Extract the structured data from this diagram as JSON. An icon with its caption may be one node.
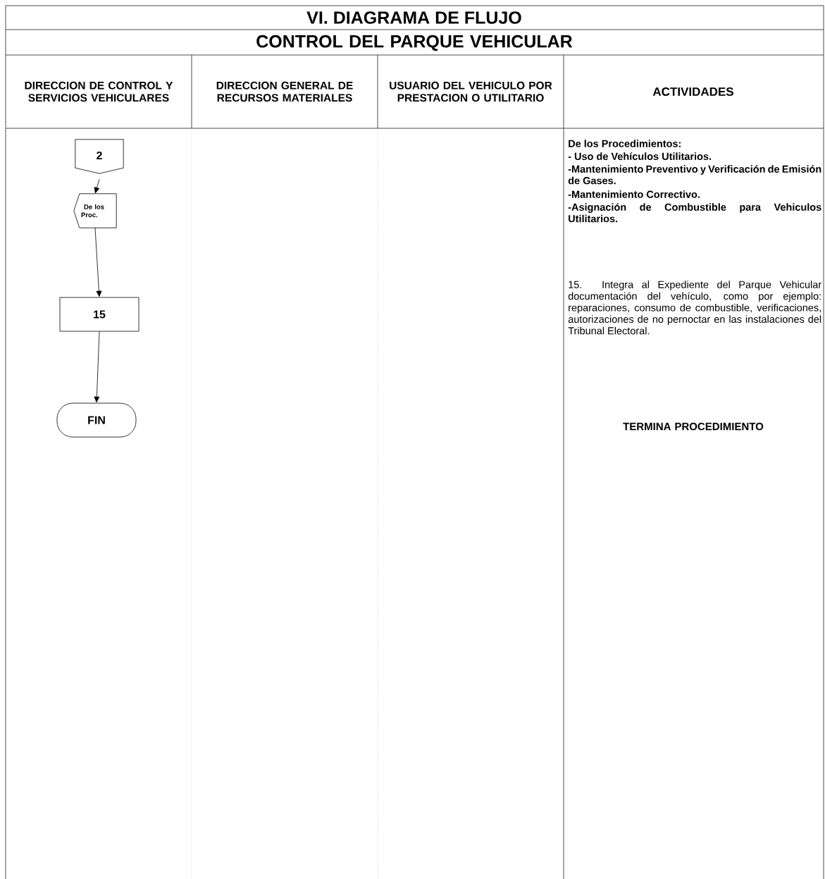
{
  "diagram": {
    "title": "VI. DIAGRAMA DE FLUJO",
    "nodes": [
      {
        "text": [
          "2"
        ]
      },
      {
        "text": [
          "De los Proc."
        ]
      },
      {
        "text": [
          "15"
        ]
      },
      {
        "text": [
          "FIN"
        ]
      }
    ],
    "edges": [
      {
        "from": 0,
        "to": 1,
        "arrow": "to"
      },
      {
        "from": 1,
        "to": 2,
        "arrow": "to"
      },
      {
        "from": 2,
        "to": 3,
        "arrow": "to"
      }
    ],
    "labels": [
      "CONTROL DEL PARQUE VEHICULAR",
      "DIRECCION DE CONTROL Y SERVICIOS VEHICULARES",
      "DIRECCION GENERAL DE RECURSOS MATERIALES",
      "USUARIO DEL VEHICULO POR PRESTACION O UTILITARIO",
      "ACTIVIDADES",
      "De los Procedimientos:",
      "- Uso de Vehículos Utilitarios.",
      "-Mantenimiento Preventivo y Verificación de Emisión de Gases.",
      "-Mantenimiento Correctivo.",
      "-Asignación de Combustible para Vehiculos Utilitarios.",
      "15. Integra al Expediente del Parque Vehicular documentación del vehículo, como por ejemplo: reparaciones, consumo de combustible, verificaciones, autorizaciones de no pernoctar en las instalaciones del Tribunal Electoral.",
      "TERMINA PROCEDIMIENTO"
    ]
  }
}
